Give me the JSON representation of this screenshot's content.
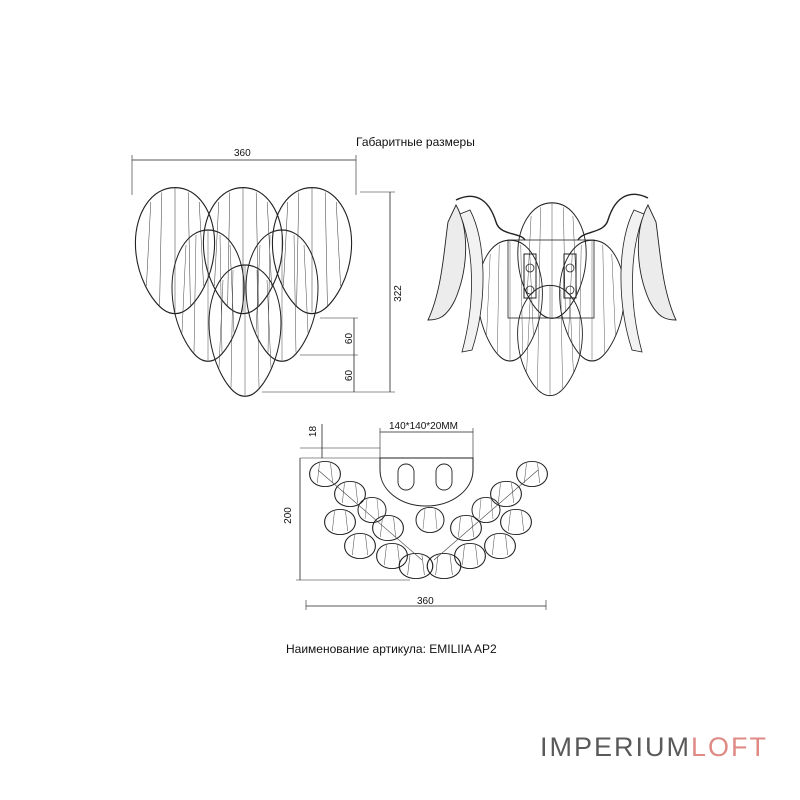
{
  "header": {
    "title": "Габаритные размеры"
  },
  "front_view": {
    "width_label": "360",
    "height_label": "322",
    "step_upper_label": "60",
    "step_lower_label": "60"
  },
  "top_view": {
    "mount_label": "140*140*20MM",
    "depth_offset_label": "18",
    "depth_label": "200",
    "width_label": "360"
  },
  "footer": {
    "article": "Наименование артикула: EMILIIA AP2"
  },
  "brand": {
    "part_a": "IMPERIUM",
    "part_b": "LOFT",
    "color_a": "#5a5a5a",
    "color_b": "#e08a86"
  }
}
